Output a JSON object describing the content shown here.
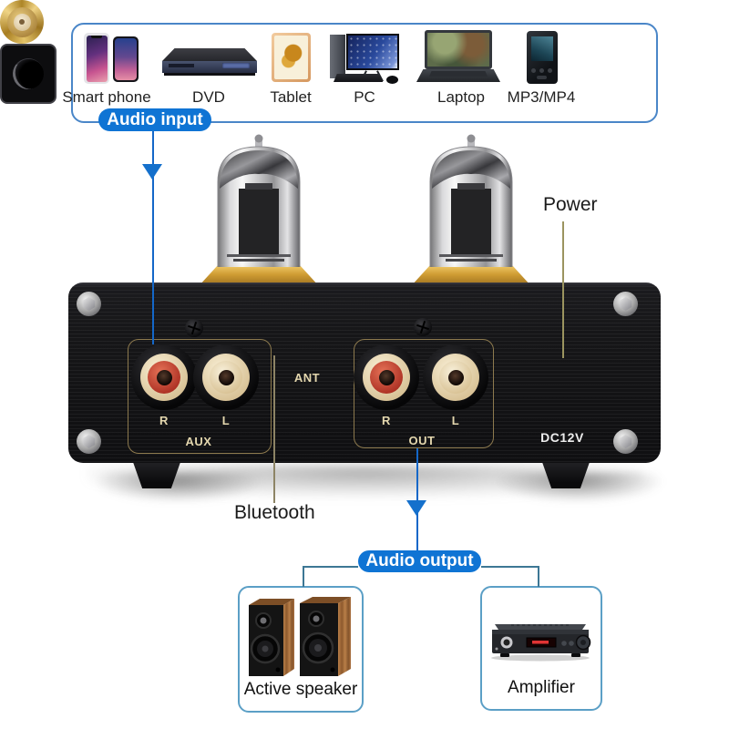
{
  "input_section": {
    "label": "Audio input",
    "devices": [
      {
        "name": "Smart phone"
      },
      {
        "name": "DVD"
      },
      {
        "name": "Tablet"
      },
      {
        "name": "PC"
      },
      {
        "name": "Laptop"
      },
      {
        "name": "MP3/MP4"
      }
    ]
  },
  "rear_panel": {
    "aux_group": {
      "label": "AUX",
      "right": "R",
      "left": "L"
    },
    "antenna_label": "ANT",
    "out_group": {
      "label": "OUT",
      "right": "R",
      "left": "L"
    },
    "dc_label": "DC12V"
  },
  "callouts": {
    "power": "Power",
    "bluetooth": "Bluetooth"
  },
  "output_section": {
    "label": "Audio output",
    "devices": [
      {
        "name": "Active speaker"
      },
      {
        "name": "Amplifier"
      }
    ]
  },
  "colors": {
    "accent_blue": "#0f74d4",
    "input_box_border": "#4a86c8",
    "output_box_border": "#5b9fc6",
    "connector_teal": "#3d7795",
    "power_line_olive": "#9b945f",
    "panel_black": "#161618",
    "panel_label_gold": "#e4d7ae",
    "tube_base_gold": "#c9952e",
    "rca_red": "#c8463a",
    "rca_cream": "#efe3c2"
  }
}
